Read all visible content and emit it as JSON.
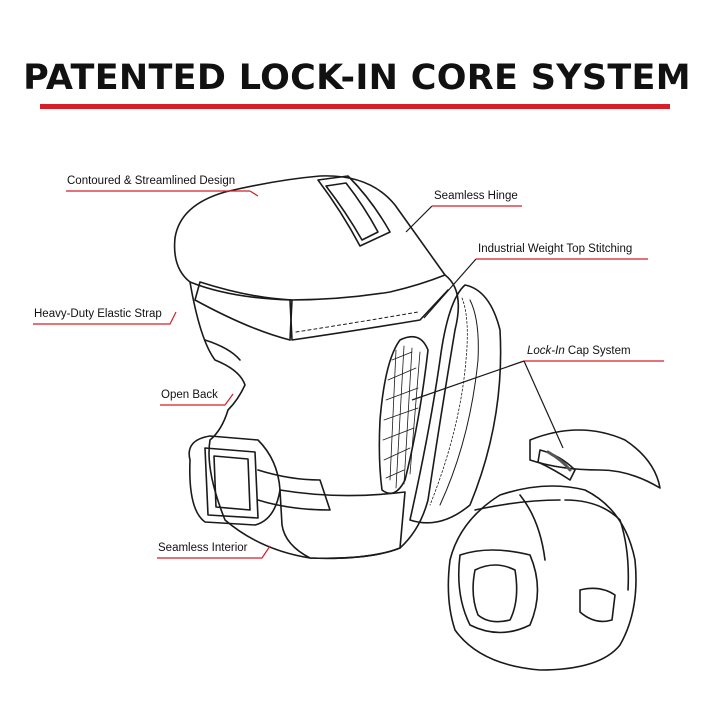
{
  "title": "PATENTED LOCK-IN CORE SYSTEM",
  "colors": {
    "accent": "#d61f26",
    "ink": "#1a1a1a",
    "paper": "#ffffff"
  },
  "labels": {
    "contoured": "Contoured & Streamlined Design",
    "heavy_duty": "Heavy-Duty Elastic Strap",
    "open_back": "Open Back",
    "seamless_interior": "Seamless Interior",
    "seamless_hinge": "Seamless Hinge",
    "top_stitching": "Industrial Weight Top Stitching",
    "lock_in_italic": "Lock-In",
    "cap_system": "Cap System"
  }
}
